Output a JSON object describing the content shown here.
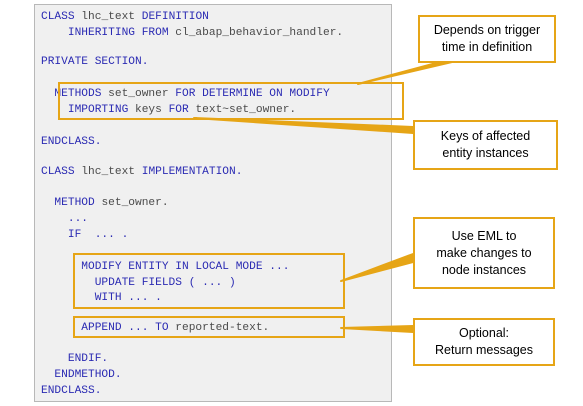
{
  "code": {
    "lines": [
      [
        {
          "t": "CLASS ",
          "c": "k"
        },
        {
          "t": "lhc_text",
          "c": "t"
        },
        {
          "t": " DEFINITION",
          "c": "k"
        }
      ],
      [
        {
          "t": "    INHERITING FROM ",
          "c": "k"
        },
        {
          "t": "cl_abap_behavior_handler.",
          "c": "t"
        }
      ],
      [
        {
          "t": "PRIVATE SECTION.",
          "c": "k"
        }
      ],
      [
        {
          "t": "  METHODS ",
          "c": "k"
        },
        {
          "t": "set_owner ",
          "c": "t"
        },
        {
          "t": "FOR DETERMINE ON MODIFY",
          "c": "k"
        }
      ],
      [
        {
          "t": "    IMPORTING ",
          "c": "k"
        },
        {
          "t": "keys ",
          "c": "t"
        },
        {
          "t": "FOR ",
          "c": "k"
        },
        {
          "t": "text~set_owner.",
          "c": "t"
        }
      ],
      [
        {
          "t": "ENDCLASS.",
          "c": "k"
        }
      ],
      [
        {
          "t": "CLASS ",
          "c": "k"
        },
        {
          "t": "lhc_text",
          "c": "t"
        },
        {
          "t": " IMPLEMENTATION.",
          "c": "k"
        }
      ],
      [
        {
          "t": "  METHOD ",
          "c": "k"
        },
        {
          "t": "set_owner.",
          "c": "t"
        }
      ],
      [
        {
          "t": "    ...",
          "c": "k"
        }
      ],
      [
        {
          "t": "    IF  ... .",
          "c": "k"
        }
      ],
      [
        {
          "t": "      MODIFY ENTITY IN LOCAL MODE ...",
          "c": "k"
        }
      ],
      [
        {
          "t": "        UPDATE FIELDS ( ... )",
          "c": "k"
        }
      ],
      [
        {
          "t": "        WITH ... .",
          "c": "k"
        }
      ],
      [
        {
          "t": "      APPEND ... TO ",
          "c": "k"
        },
        {
          "t": "reported-text.",
          "c": "t"
        }
      ],
      [
        {
          "t": "    ENDIF.",
          "c": "k"
        }
      ],
      [
        {
          "t": "  ENDMETHOD.",
          "c": "k"
        }
      ],
      [
        {
          "t": "ENDCLASS.",
          "c": "k"
        }
      ]
    ]
  },
  "callouts": {
    "trigger": "Depends on trigger\ntime in definition",
    "keys": "Keys of affected\nentity instances",
    "eml": "Use EML to\nmake changes to\nnode instances",
    "messages": "Optional:\nReturn messages"
  },
  "colors": {
    "accent": "#e6a516",
    "keyword": "#2b2bb3",
    "identifier": "#4a4a4a",
    "panel": "#f0f0f0"
  }
}
